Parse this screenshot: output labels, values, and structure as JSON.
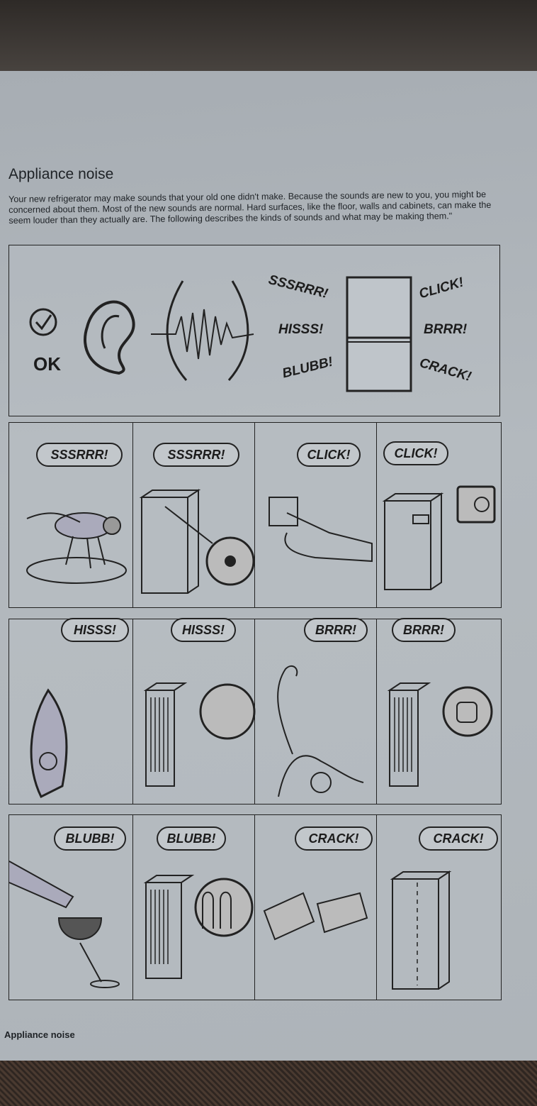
{
  "heading": "Appliance noise",
  "intro": [
    "Your new refrigerator may make sounds that your old one didn't make. Because the sounds are new to you, you might be",
    "concerned about them. Most of the new sounds are normal. Hard surfaces, like the floor, walls and cabinets, can make the",
    "seem louder than they actually are. The following describes the kinds of sounds and what may be making them.\""
  ],
  "hero": {
    "ok_label": "OK",
    "sounds": [
      "SSSRRR!",
      "HISSS!",
      "BLUBB!",
      "CLICK!",
      "BRRR!",
      "CRACK!"
    ]
  },
  "rows": [
    {
      "bubbles": [
        "SSSRRR!",
        "SSSRRR!",
        "CLICK!",
        "CLICK!"
      ],
      "scenes": [
        "fly",
        "fridge-fan",
        "finger-switch",
        "fridge-thermostat"
      ]
    },
    {
      "bubbles": [
        "HISSS!",
        "HISSS!",
        "BRRR!",
        "BRRR!"
      ],
      "scenes": [
        "steam-iron",
        "fridge-coil",
        "cat-stretching",
        "fridge-compressor"
      ]
    },
    {
      "bubbles": [
        "BLUBB!",
        "BLUBB!",
        "CRACK!",
        "CRACK!"
      ],
      "scenes": [
        "wine-pouring",
        "fridge-tubes",
        "cracker-breaking",
        "fridge-cabinet"
      ]
    }
  ],
  "footer": "Appliance noise"
}
